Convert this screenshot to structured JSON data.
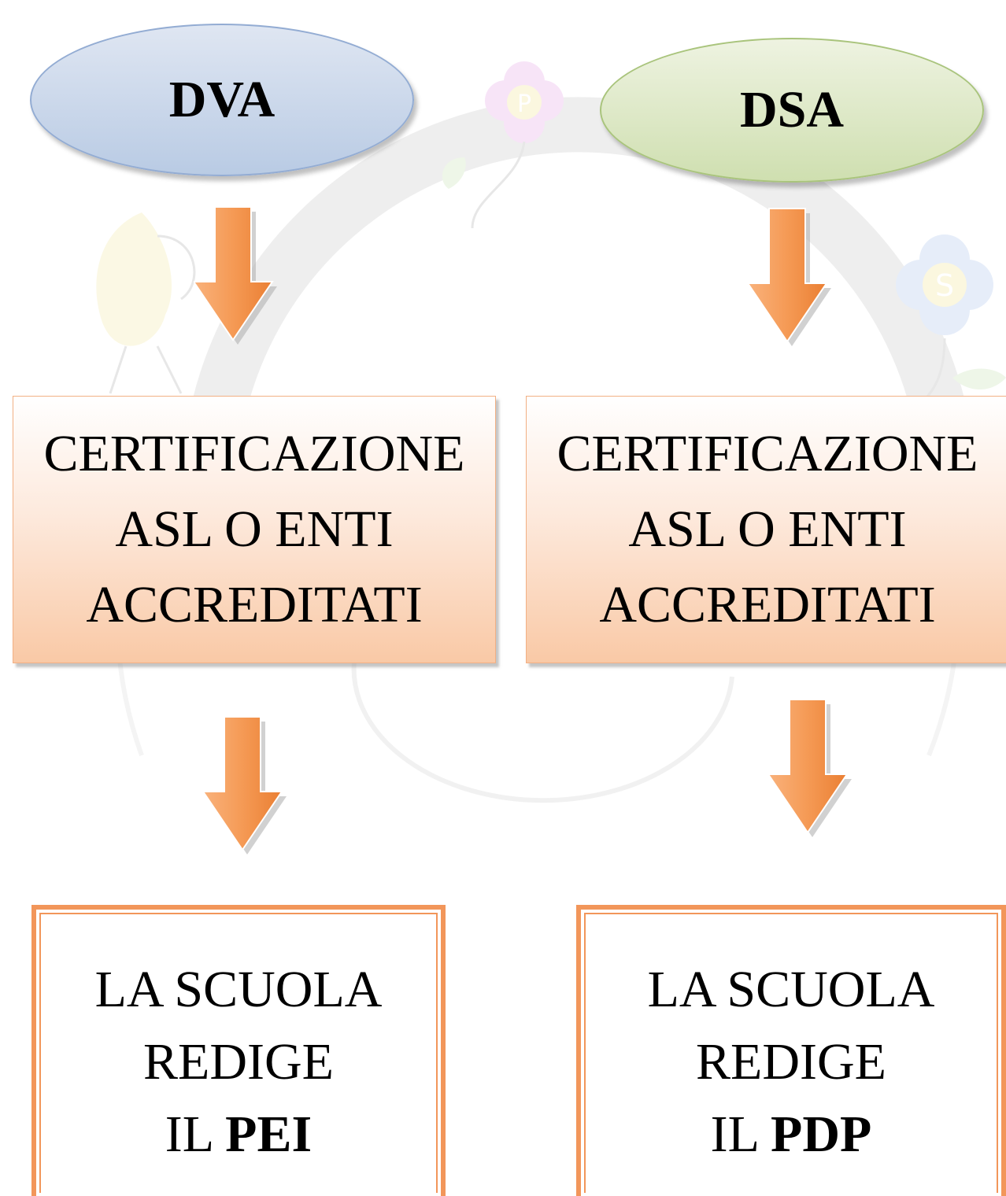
{
  "left": {
    "category": "DVA",
    "certification": [
      "CERTIFICAZIONE",
      "ASL O ENTI",
      "ACCREDITATI"
    ],
    "school": {
      "line1": "LA SCUOLA",
      "line2": "REDIGE",
      "prefix": "IL",
      "document": "PEI"
    }
  },
  "right": {
    "category": "DSA",
    "certification": [
      "CERTIFICAZIONE",
      "ASL O ENTI",
      "ACCREDITATI"
    ],
    "school": {
      "line1": "LA SCUOLA",
      "line2": "REDIGE",
      "prefix": "IL",
      "document": "PDP"
    }
  },
  "watermark_letters": [
    "P",
    "S"
  ],
  "colors": {
    "arrow": "#f4954f",
    "dva_fill": "#c6d4ea",
    "dsa_fill": "#d9e6c2",
    "cert_fill": "#f9c9a6",
    "school_border": "#f2965a"
  }
}
